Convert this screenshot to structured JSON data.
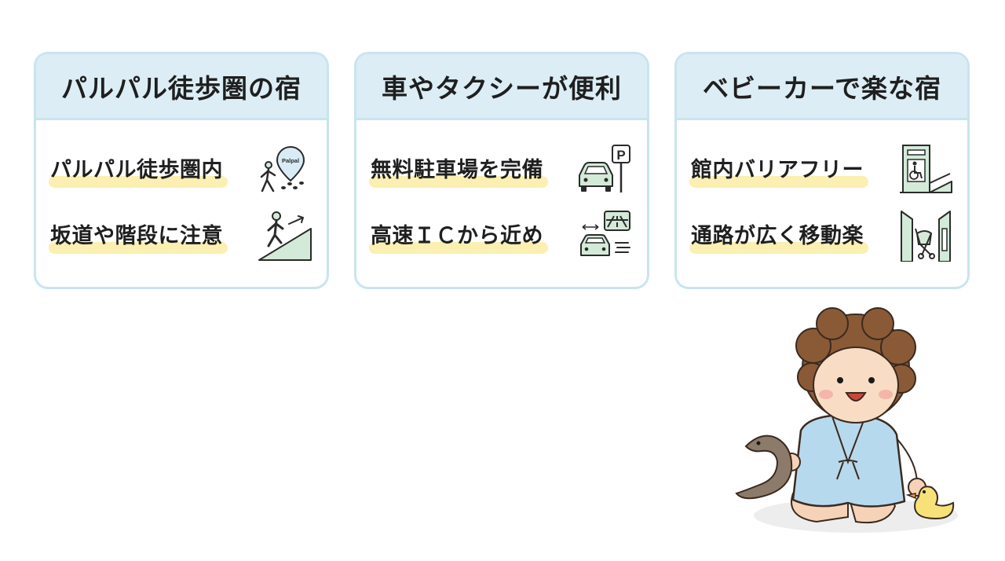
{
  "cards": [
    {
      "title": "パルパル徒歩圏の宿",
      "rows": [
        {
          "label": "パルパル徒歩圏内",
          "icon": "walking-person-location-pin-icon",
          "pin_text": "Palpal"
        },
        {
          "label": "坂道や階段に注意",
          "icon": "person-climbing-slope-icon"
        }
      ]
    },
    {
      "title": "車やタクシーが便利",
      "rows": [
        {
          "label": "無料駐車場を完備",
          "icon": "car-parking-sign-icon",
          "parking_text": "P"
        },
        {
          "label": "高速ＩＣから近め",
          "icon": "car-highway-interchange-icon"
        }
      ]
    },
    {
      "title": "ベビーカーで楽な宿",
      "rows": [
        {
          "label": "館内バリアフリー",
          "icon": "wheelchair-ramp-icon"
        },
        {
          "label": "通路が広く移動楽",
          "icon": "stroller-corridor-icon"
        }
      ]
    }
  ],
  "mascot": {
    "icon": "baby-with-eel-and-duck-illustration"
  },
  "colors": {
    "card_border": "#c9e4ef",
    "card_header": "#dcedf5",
    "highlight": "#fbefb2",
    "icon_fill": "#d3ead8",
    "icon_stroke": "#2b2b2b"
  }
}
